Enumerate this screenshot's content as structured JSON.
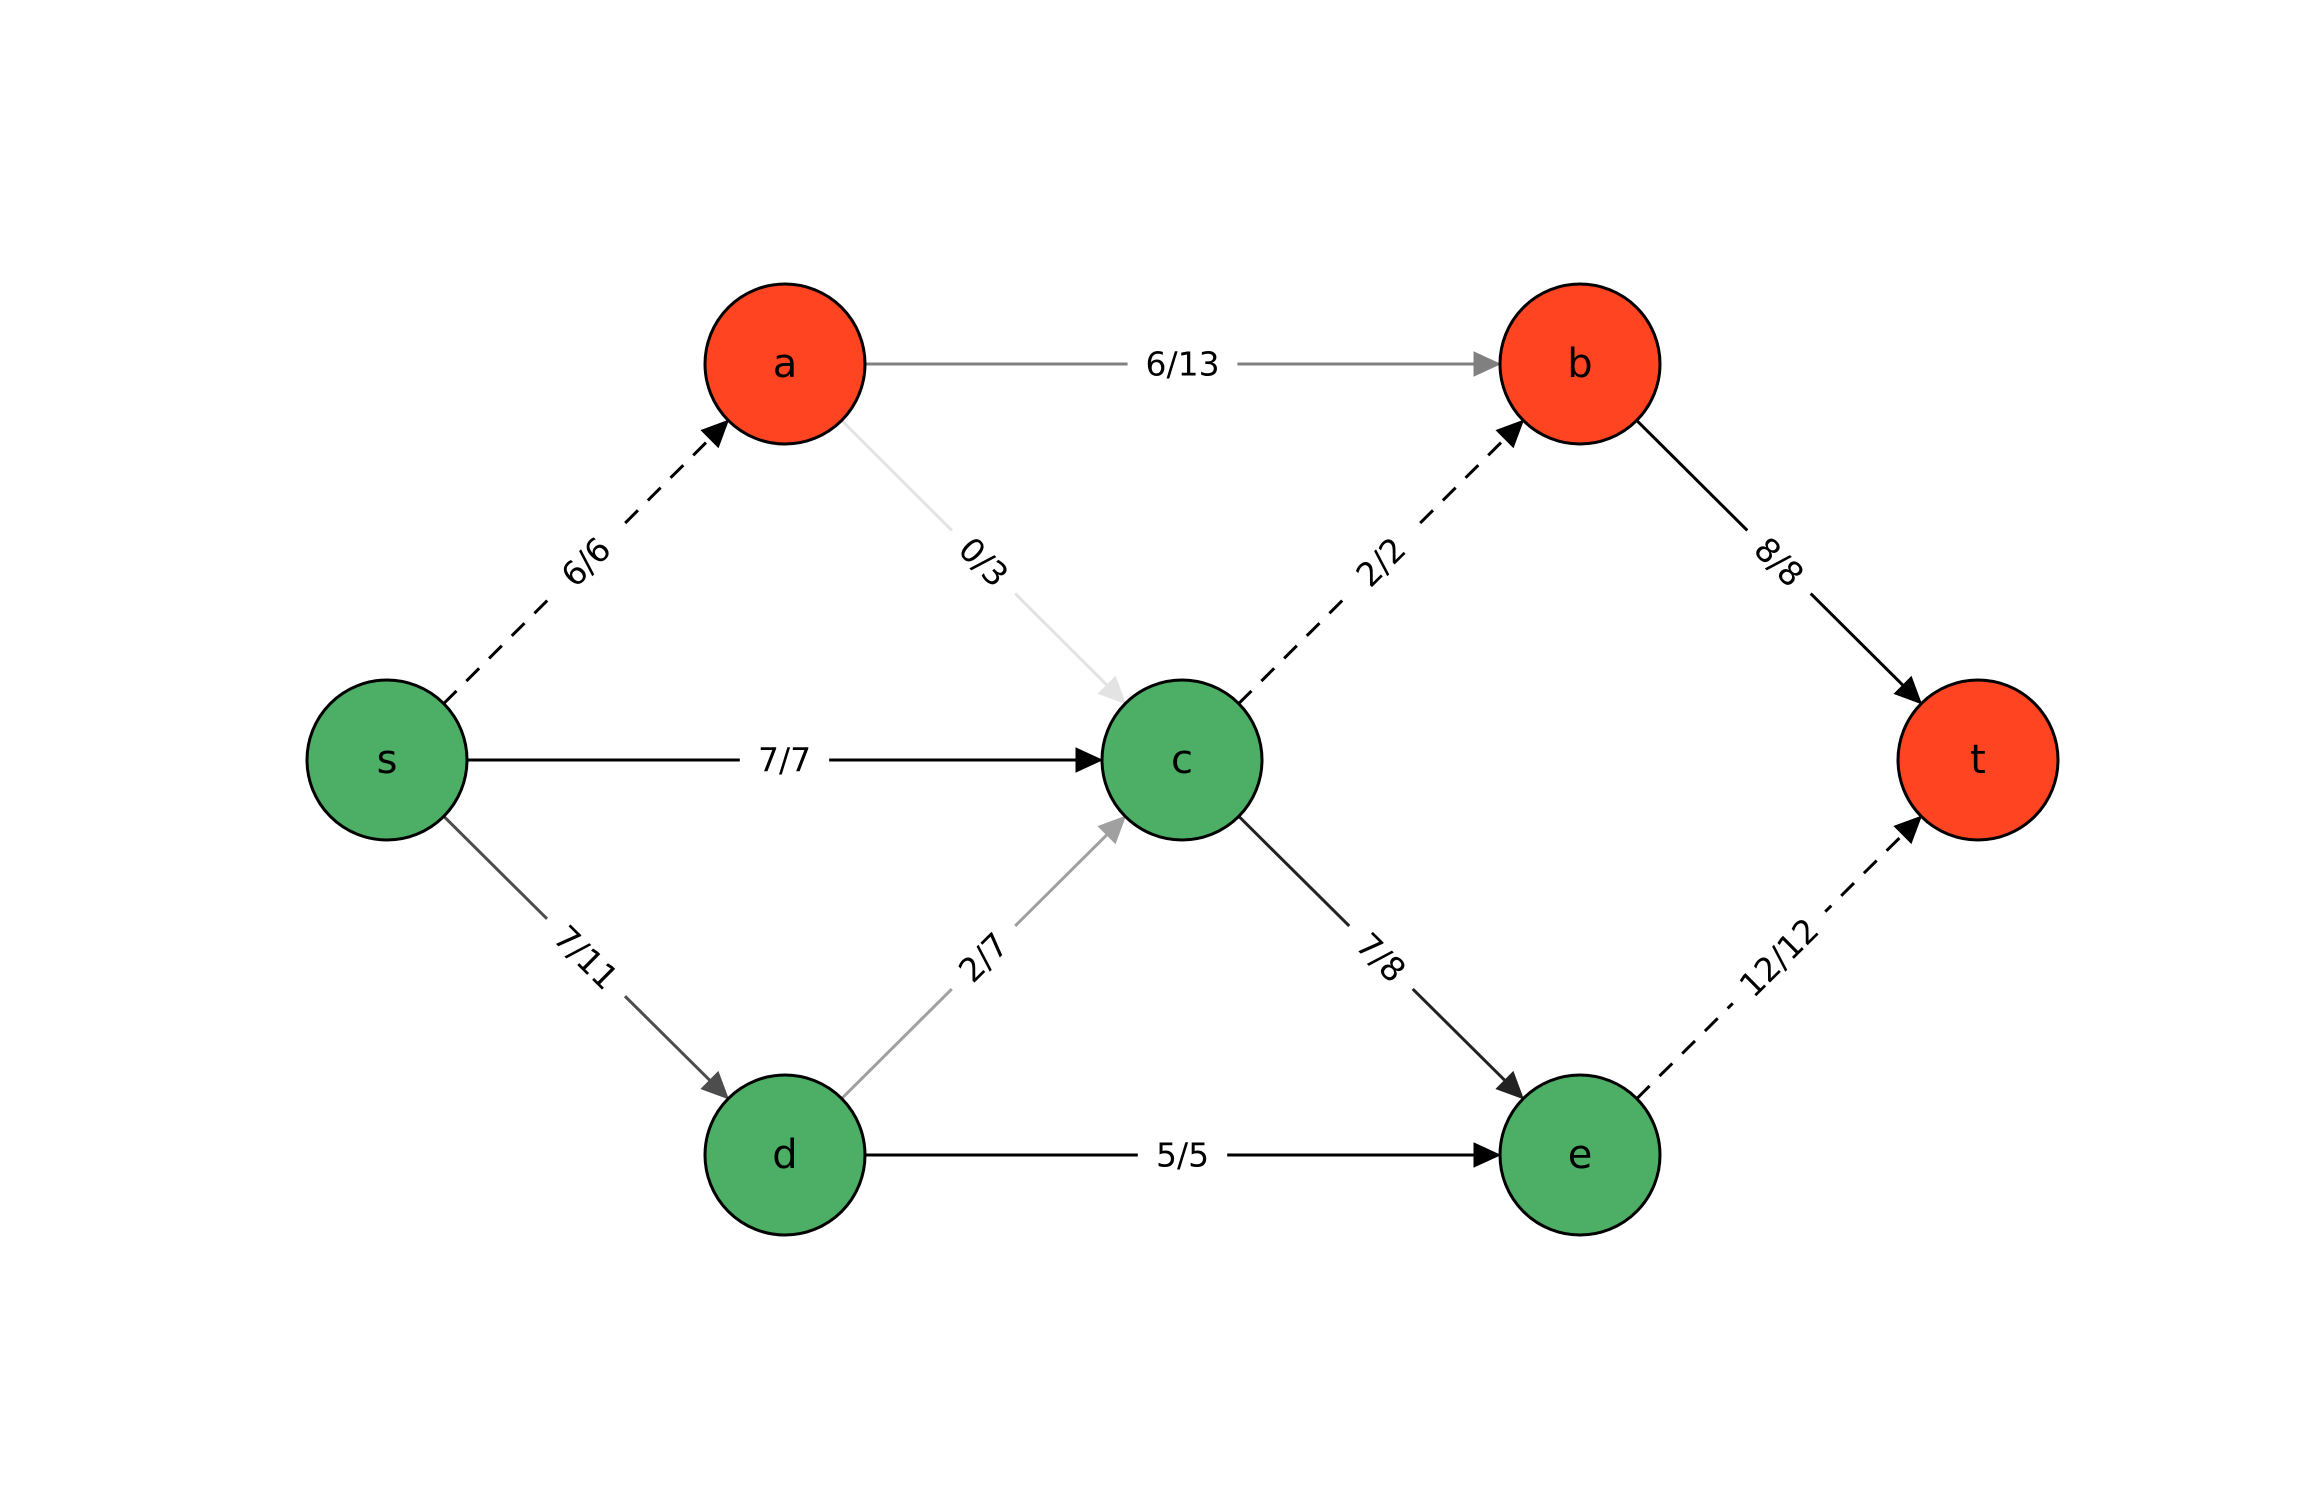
{
  "colors": {
    "source_side": "#4caf65",
    "sink_side": "#ff4422",
    "outline": "#000000"
  },
  "nodes": [
    {
      "id": "s",
      "label": "s",
      "side": "source"
    },
    {
      "id": "a",
      "label": "a",
      "side": "sink"
    },
    {
      "id": "c",
      "label": "c",
      "side": "source"
    },
    {
      "id": "d",
      "label": "d",
      "side": "source"
    },
    {
      "id": "b",
      "label": "b",
      "side": "sink"
    },
    {
      "id": "e",
      "label": "e",
      "side": "source"
    },
    {
      "id": "t",
      "label": "t",
      "side": "sink"
    }
  ],
  "edges": [
    {
      "from": "s",
      "to": "a",
      "flow": 6,
      "capacity": 6,
      "label": "6/6",
      "saturated_cut": true,
      "color": "#000000"
    },
    {
      "from": "s",
      "to": "c",
      "flow": 7,
      "capacity": 7,
      "label": "7/7",
      "saturated_cut": false,
      "color": "#000000"
    },
    {
      "from": "s",
      "to": "d",
      "flow": 7,
      "capacity": 11,
      "label": "7/11",
      "saturated_cut": false,
      "color": "#4d4d4d"
    },
    {
      "from": "a",
      "to": "b",
      "flow": 6,
      "capacity": 13,
      "label": "6/13",
      "saturated_cut": false,
      "color": "#808080"
    },
    {
      "from": "a",
      "to": "c",
      "flow": 0,
      "capacity": 3,
      "label": "0/3",
      "saturated_cut": false,
      "color": "#e3e3e3"
    },
    {
      "from": "c",
      "to": "b",
      "flow": 2,
      "capacity": 2,
      "label": "2/2",
      "saturated_cut": true,
      "color": "#000000"
    },
    {
      "from": "c",
      "to": "e",
      "flow": 7,
      "capacity": 8,
      "label": "7/8",
      "saturated_cut": false,
      "color": "#222222"
    },
    {
      "from": "d",
      "to": "c",
      "flow": 2,
      "capacity": 7,
      "label": "2/7",
      "saturated_cut": false,
      "color": "#a0a0a0"
    },
    {
      "from": "d",
      "to": "e",
      "flow": 5,
      "capacity": 5,
      "label": "5/5",
      "saturated_cut": false,
      "color": "#000000"
    },
    {
      "from": "b",
      "to": "t",
      "flow": 8,
      "capacity": 8,
      "label": "8/8",
      "saturated_cut": false,
      "color": "#000000"
    },
    {
      "from": "e",
      "to": "t",
      "flow": 12,
      "capacity": 12,
      "label": "12/12",
      "saturated_cut": true,
      "color": "#000000"
    }
  ]
}
